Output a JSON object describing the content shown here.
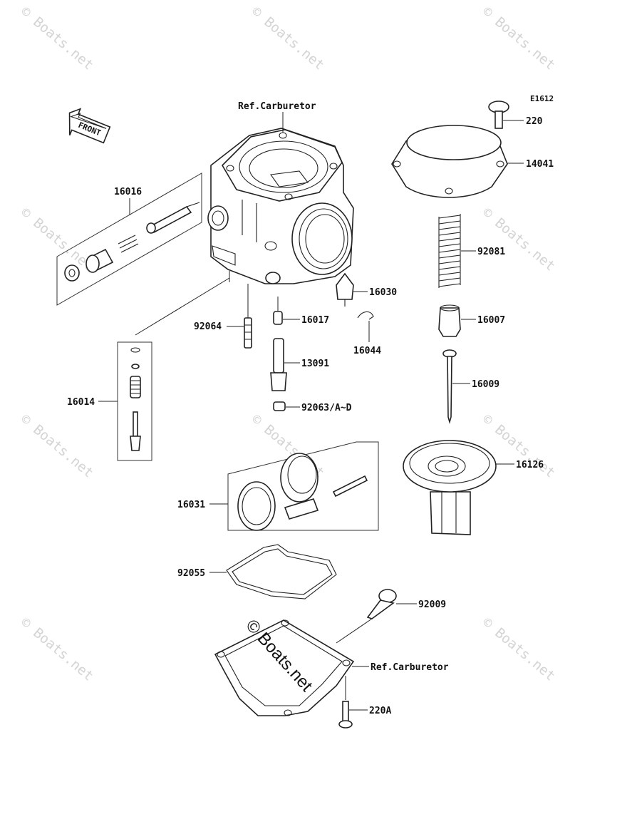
{
  "diagram_code": "E1612",
  "front_label": "FRONT",
  "watermark": "© Boats.net",
  "center_watermark": "© Boats.net",
  "labels": {
    "ref_carburetor_top": "Ref.Carburetor",
    "ref_carburetor_bottom": "Ref.Carburetor",
    "p220": "220",
    "p14041": "14041",
    "p16016": "16016",
    "p92081": "92081",
    "p16030": "16030",
    "p92064": "92064",
    "p16017": "16017",
    "p16007": "16007",
    "p16044": "16044",
    "p13091": "13091",
    "p16009": "16009",
    "p16014": "16014",
    "p92063": "92063/A~D",
    "p16126": "16126",
    "p16031": "16031",
    "p92055": "92055",
    "p92009": "92009",
    "p220A": "220A"
  }
}
